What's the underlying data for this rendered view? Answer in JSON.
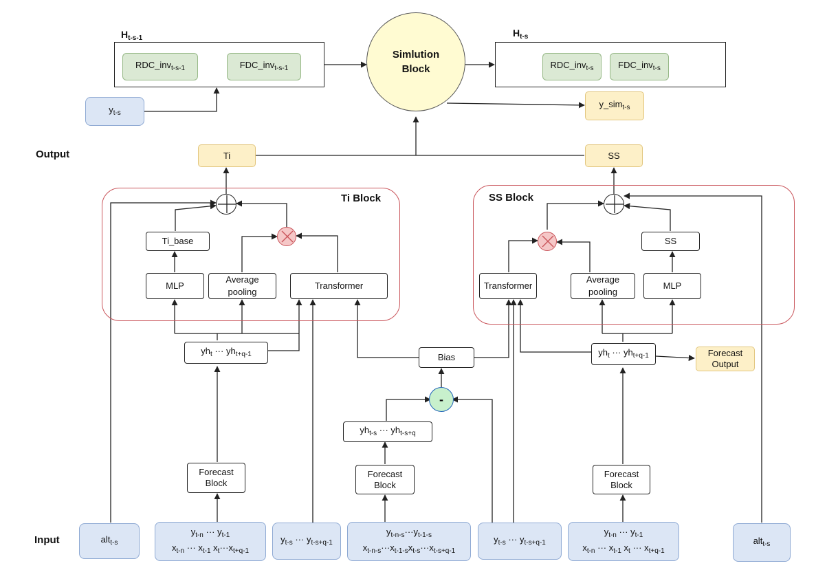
{
  "labels": {
    "output": "Output",
    "input": "Input"
  },
  "state": {
    "prev": {
      "title": "H",
      "title_sub": "t-s-1",
      "rdc": "RDC_inv",
      "rdc_sub": "t-s-1",
      "fdc": "FDC_inv",
      "fdc_sub": "t-s-1"
    },
    "next": {
      "title": "H",
      "title_sub": "t-s",
      "rdc": "RDC_inv",
      "rdc_sub": "t-s",
      "fdc": "FDC_inv",
      "fdc_sub": "t-s"
    }
  },
  "simulation": {
    "line1": "Simlution",
    "line2": "Block"
  },
  "outputs": {
    "y_obs": "y",
    "y_obs_sub": "t-s",
    "y_sim": "y_sim",
    "y_sim_sub": "t-s",
    "ti": "Ti",
    "ss": "SS",
    "forecast_output_line1": "Forecast",
    "forecast_output_line2": "Output"
  },
  "ti_block": {
    "title": "Ti Block",
    "ti_base": "Ti_base",
    "mlp": "MLP",
    "avg_line1": "Average",
    "avg_line2": "pooling",
    "transformer": "Transformer"
  },
  "ss_block": {
    "title": "SS Block",
    "ss": "SS",
    "mlp": "MLP",
    "avg_line1": "Average",
    "avg_line2": "pooling",
    "transformer": "Transformer"
  },
  "forecast_seq": {
    "a": "yh",
    "a_sub": "t",
    "dots": "···",
    "b": "yh",
    "b_sub": "t+q-1"
  },
  "bias": {
    "label": "Bias",
    "seq_a": "yh",
    "seq_a_sub": "t-s",
    "seq_dots": "···",
    "seq_b": "yh",
    "seq_b_sub": "t-s+q",
    "minus": "-"
  },
  "forecast_block": {
    "line1": "Forecast",
    "line2": "Block"
  },
  "inputs": {
    "alt": "alt",
    "alt_sub": "t-s",
    "ys": "y",
    "ys_sub": "t-s",
    "ys_dots": "···",
    "ys2": "y",
    "ys2_sub": "t-s+q-1",
    "left": {
      "r1a": "y",
      "r1a_sub": "t-n",
      "r1dots": "···",
      "r1b": "y",
      "r1b_sub": "t-1",
      "r2a": "x",
      "r2a_sub": "t-n",
      "r2dots": "···",
      "r2b": "x",
      "r2b_sub": "t-1",
      "r2c": "x",
      "r2c_sub": "t",
      "r2dots2": "···",
      "r2d": "x",
      "r2d_sub": "t+q-1"
    },
    "middle": {
      "r1a": "y",
      "r1a_sub": "t-n-s",
      "r1dots": "···",
      "r1b": "y",
      "r1b_sub": "t-1-s",
      "r2a": "x",
      "r2a_sub": "t-n-s",
      "r2dots": "···",
      "r2b": "x",
      "r2b_sub": "t-1-s",
      "r2c": "x",
      "r2c_sub": "t-s",
      "r2dots2": "···",
      "r2d": "x",
      "r2d_sub": "t-s+q-1"
    },
    "right": {
      "r1a": "y",
      "r1a_sub": "t-n",
      "r1dots": "···",
      "r1b": "y",
      "r1b_sub": "t-1",
      "r2a": "x",
      "r2a_sub": "t-n",
      "r2dots": "···",
      "r2b": "x",
      "r2b_sub": "t-1",
      "r2c": "x",
      "r2c_sub": "t",
      "r2dots2": "···",
      "r2d": "x",
      "r2d_sub": "t+q-1"
    }
  }
}
